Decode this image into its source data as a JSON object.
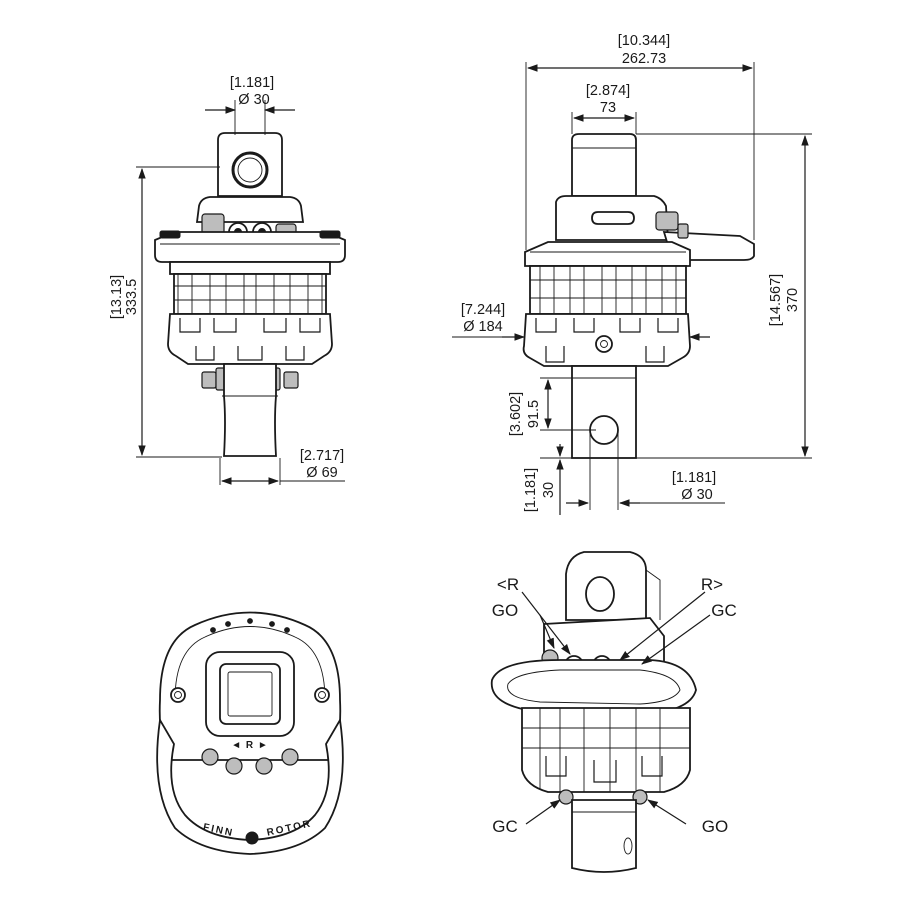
{
  "drawing": {
    "front_view": {
      "top_pin_dim": {
        "inch": "[1.181]",
        "mm": "Ø 30"
      },
      "height_dim": {
        "inch": "[13.13]",
        "mm": "333.5"
      },
      "shaft_dim": {
        "inch": "[2.717]",
        "mm": "Ø 69"
      }
    },
    "side_view": {
      "width_dim": {
        "inch": "[10.344]",
        "mm": "262.73"
      },
      "link_dim": {
        "inch": "[2.874]",
        "mm": "73"
      },
      "body_dia_dim": {
        "inch": "[7.244]",
        "mm": "Ø 184"
      },
      "height_dim": {
        "inch": "[14.567]",
        "mm": "370"
      },
      "hole_offset_dim": {
        "inch": "[3.602]",
        "mm": "91.5"
      },
      "hole_end_dim": {
        "inch": "[1.181]",
        "mm": "30"
      },
      "bottom_pin_dim": {
        "inch": "[1.181]",
        "mm": "Ø 30"
      }
    },
    "top_view": {
      "brand_left": "FINN",
      "brand_right": "ROTOR",
      "port_marks": "◄ R ►"
    },
    "iso_view": {
      "label_rotate_left": "<R",
      "label_rotate_right": "R>",
      "label_go_top": "GO",
      "label_gc_top": "GC",
      "label_gc_bottom": "GC",
      "label_go_bottom": "GO"
    }
  }
}
